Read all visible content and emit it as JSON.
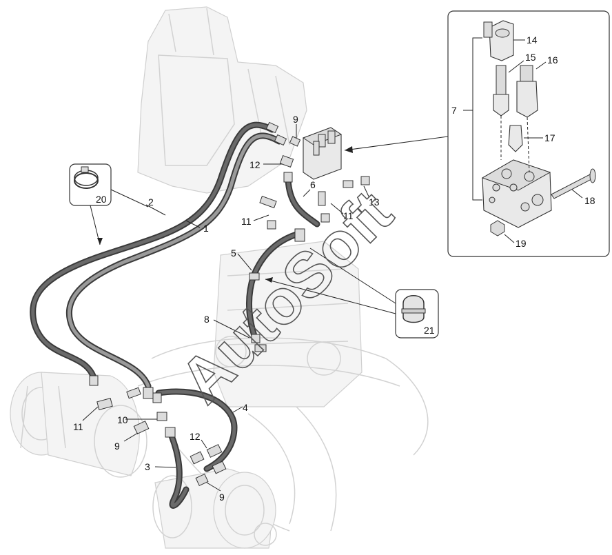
{
  "watermark": "AutoSoft",
  "callouts": {
    "c1": "1",
    "c2": "2",
    "c3": "3",
    "c4": "4",
    "c5": "5",
    "c6": "6",
    "c7": "7",
    "c8": "8",
    "c9a": "9",
    "c9b": "9",
    "c9c": "9",
    "c10": "10",
    "c11a": "11",
    "c11b": "11",
    "c11c": "11",
    "c12a": "12",
    "c12b": "12",
    "c13": "13",
    "c14": "14",
    "c15": "15",
    "c16": "16",
    "c17": "17",
    "c18": "18",
    "c19": "19",
    "c20": "20",
    "c21": "21"
  },
  "colors": {
    "hose_dark": "#4a4a4a",
    "hose_light": "#8a8a8a",
    "ghost": "#d2d2d2",
    "frame": "#333333"
  }
}
